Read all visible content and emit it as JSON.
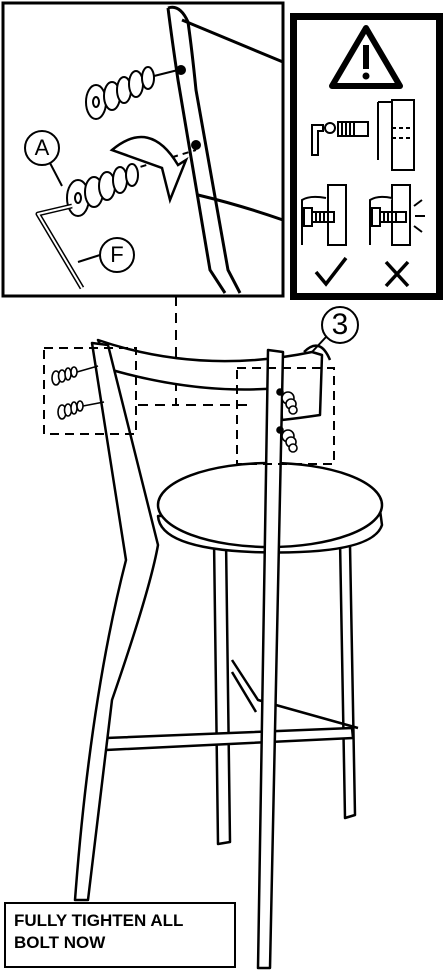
{
  "callouts": {
    "hardware_a": "A",
    "tool_f": "F",
    "step_number": "3"
  },
  "warning_panel": {
    "icon": "warning-triangle-icon",
    "correct_icon": "check-icon",
    "wrong_icon": "cross-icon"
  },
  "caption": {
    "line1": "FULLY TIGHTEN ALL",
    "line2": "BOLT NOW"
  },
  "colors": {
    "ink": "#000000",
    "warning_panel_bg": "#000000",
    "card_bg": "#ffffff"
  }
}
